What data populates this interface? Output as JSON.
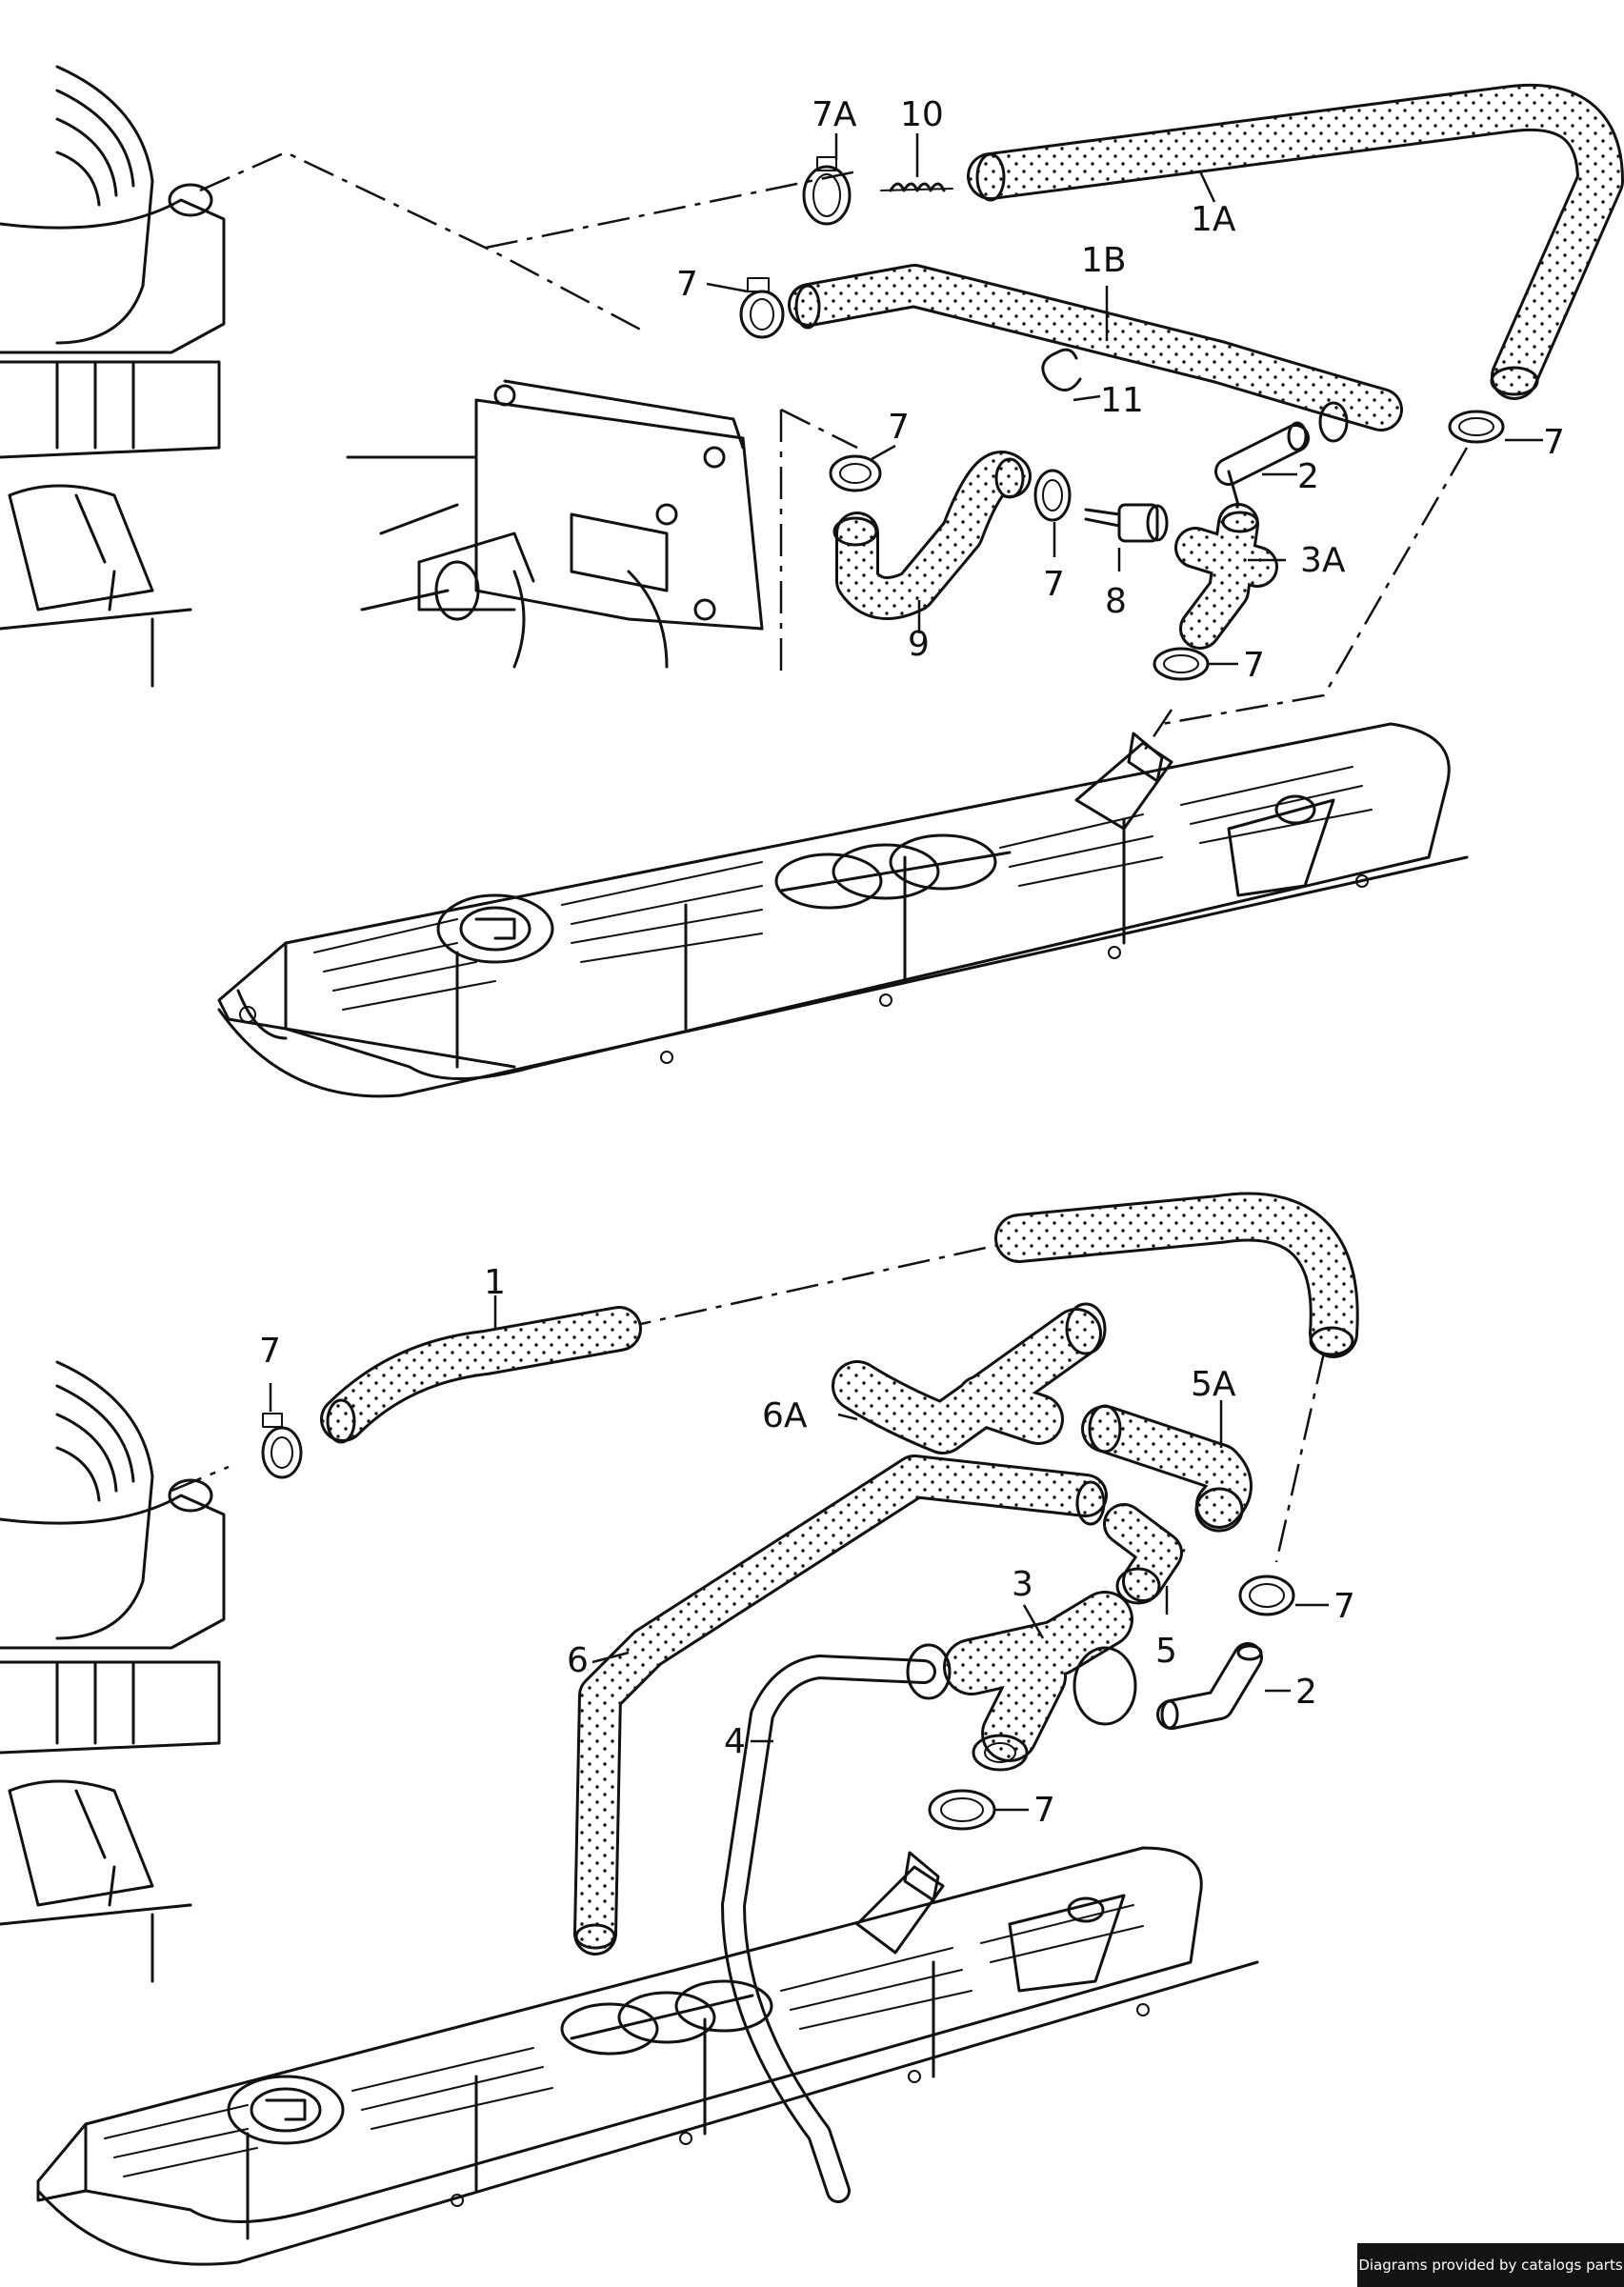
{
  "callouts_top": {
    "c_7a": "7A",
    "c_10": "10",
    "c_1a": "1A",
    "c_7_upper": "7",
    "c_1b": "1B",
    "c_11": "11",
    "c_7_right": "7",
    "c_2": "2",
    "c_7_mid": "7",
    "c_7_clamp": "7",
    "c_8": "8",
    "c_3a": "3A",
    "c_9": "9",
    "c_7_low": "7"
  },
  "callouts_bottom": {
    "c_1": "1",
    "c_7_left": "7",
    "c_6a": "6A",
    "c_5a": "5A",
    "c_3": "3",
    "c_7_right": "7",
    "c_5": "5",
    "c_6": "6",
    "c_2": "2",
    "c_4": "4",
    "c_7_low": "7"
  },
  "credit": "Diagrams provided by catalogs parts",
  "colors": {
    "line": "#111111",
    "paper": "#ffffff",
    "credit_bg": "#141414"
  }
}
